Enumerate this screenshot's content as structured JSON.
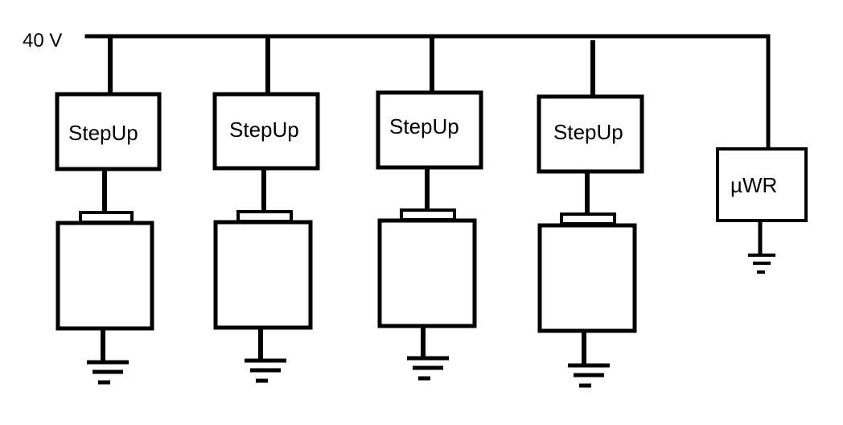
{
  "supply": {
    "label": "40 V"
  },
  "branches": [
    {
      "converter_label": "StepUp",
      "load_shape": "battery"
    },
    {
      "converter_label": "StepUp",
      "load_shape": "battery"
    },
    {
      "converter_label": "StepUp",
      "load_shape": "battery"
    },
    {
      "converter_label": "StepUp",
      "load_shape": "battery"
    }
  ],
  "controller": {
    "label": "µWR"
  },
  "colors": {
    "stroke": "#000000",
    "background": "#ffffff",
    "text": "#000000"
  },
  "icons": {
    "ground": "ground-symbol-icon",
    "battery": "battery-icon"
  }
}
